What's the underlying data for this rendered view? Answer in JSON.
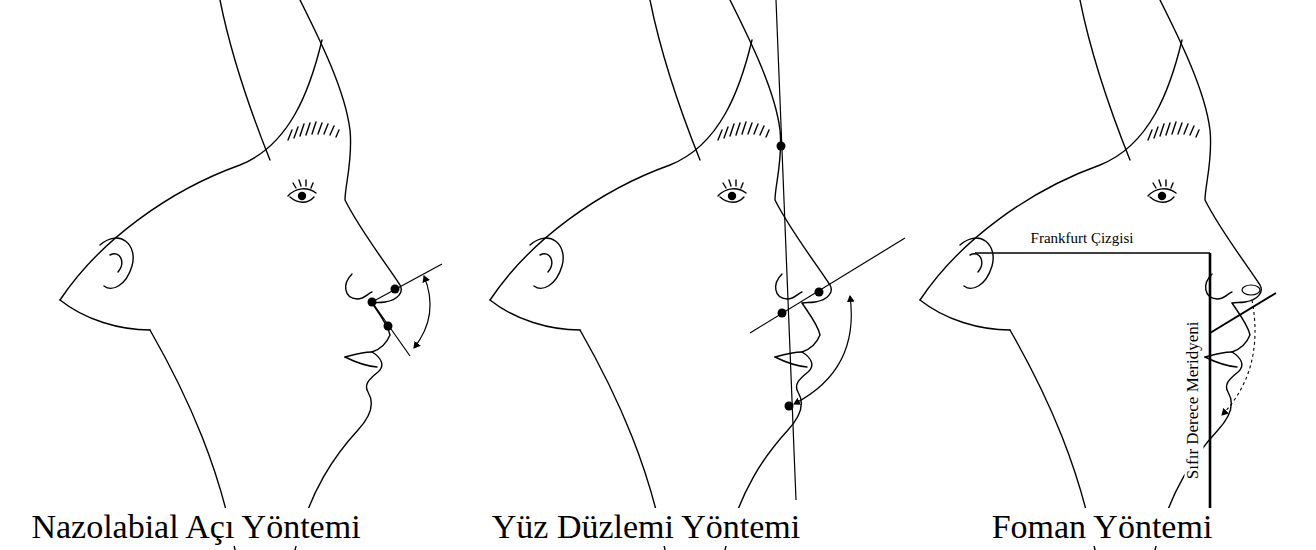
{
  "diagram": {
    "labels": [
      "Frankfurt Çizgisi",
      "Sıfır Derece Meridyeni",
      "Nazolabial Açı Yöntemi",
      "Yüz Düzlemi Yöntemi",
      "Foman Yöntemi"
    ]
  }
}
